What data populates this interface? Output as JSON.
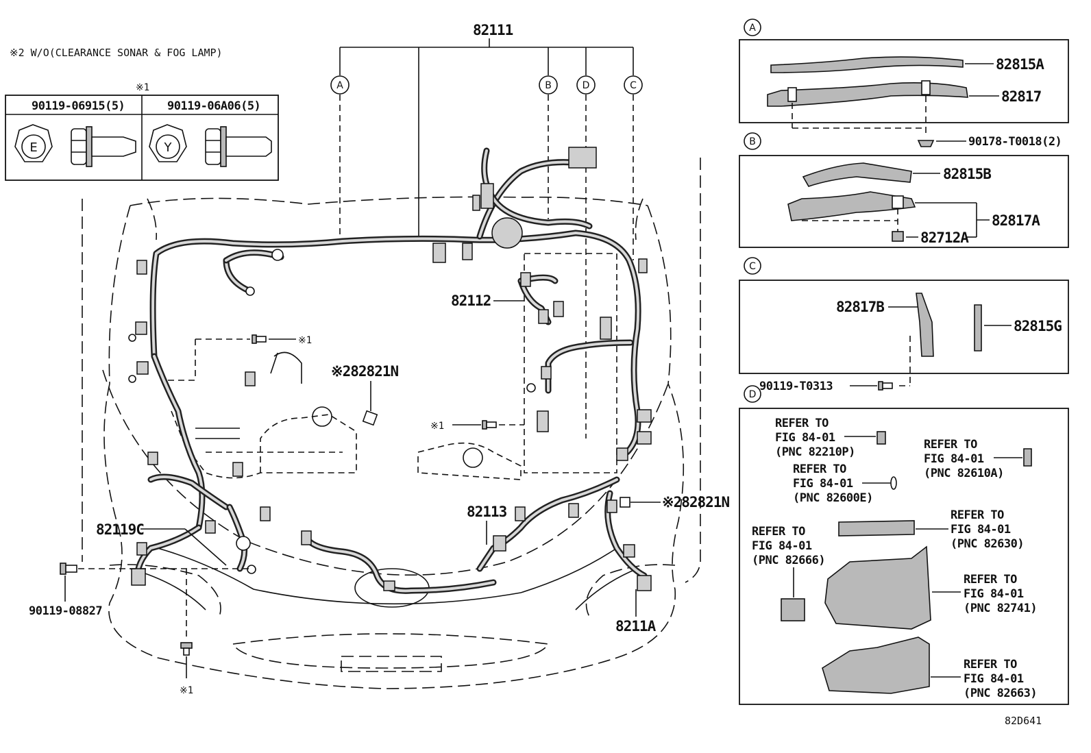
{
  "note_w_o": "※2 W/O(CLEARANCE SONAR & FOG LAMP)",
  "bolt_table": {
    "mark": "※1",
    "col1": "90119-06915(5)",
    "col2": "90119-06A06(5)",
    "head1": "E",
    "head2": "Y"
  },
  "main_labels": {
    "p82111": "82111",
    "p82112": "82112",
    "p82113": "82113",
    "p82119C": "82119C",
    "p8211A": "8211A",
    "p82821N_center": "※282821N",
    "p82821N_right": "※282821N",
    "p90119_08827": "90119-08827",
    "mark1_a": "※1",
    "mark1_b": "※1",
    "mark1_c": "※1"
  },
  "callouts": {
    "A": "A",
    "B": "B",
    "C": "C",
    "D": "D"
  },
  "detail_A": {
    "tag": "A",
    "p1": "82815A",
    "p2": "82817",
    "p3": "90178-T0018(2)"
  },
  "detail_B": {
    "tag": "B",
    "p1": "82815B",
    "p2": "82817A",
    "p3": "82712A"
  },
  "detail_C": {
    "tag": "C",
    "p1": "82817B",
    "p2": "82815G",
    "p3": "90119-T0313"
  },
  "detail_D": {
    "tag": "D",
    "refs": [
      {
        "l1": "REFER TO",
        "l2": "FIG 84-01",
        "l3": "(PNC 82210P)"
      },
      {
        "l1": "REFER TO",
        "l2": "FIG 84-01",
        "l3": "(PNC 82610A)"
      },
      {
        "l1": "REFER TO",
        "l2": "FIG 84-01",
        "l3": "(PNC 82600E)"
      },
      {
        "l1": "REFER TO",
        "l2": "FIG 84-01",
        "l3": "(PNC 82630)"
      },
      {
        "l1": "REFER TO",
        "l2": "FIG 84-01",
        "l3": "(PNC 82666)"
      },
      {
        "l1": "REFER TO",
        "l2": "FIG 84-01",
        "l3": "(PNC 82741)"
      },
      {
        "l1": "REFER TO",
        "l2": "FIG 84-01",
        "l3": "(PNC 82663)"
      }
    ]
  },
  "figure_id": "82D641"
}
